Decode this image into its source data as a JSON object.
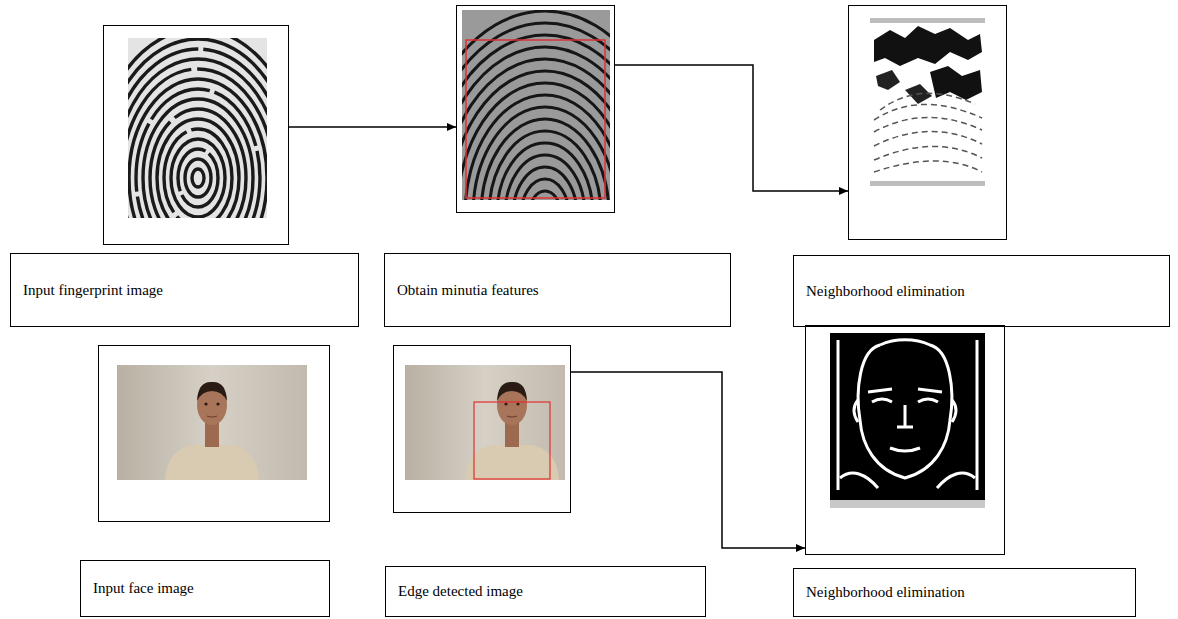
{
  "diagram": {
    "nodes": [
      {
        "text": [
          "Input fingerprint image"
        ]
      },
      {
        "text": [
          "Obtain minutia features"
        ]
      },
      {
        "text": [
          "Neighborhood elimination"
        ]
      },
      {
        "text": [
          "Input face image"
        ]
      },
      {
        "text": [
          "Edge detected image"
        ]
      },
      {
        "text": [
          "Neighborhood elimination"
        ]
      }
    ],
    "edges": [
      {
        "from": 0,
        "to": 1,
        "arrow": "to"
      },
      {
        "from": 1,
        "to": 2,
        "arrow": "to"
      },
      {
        "from": 4,
        "to": 5,
        "arrow": "to"
      }
    ]
  }
}
